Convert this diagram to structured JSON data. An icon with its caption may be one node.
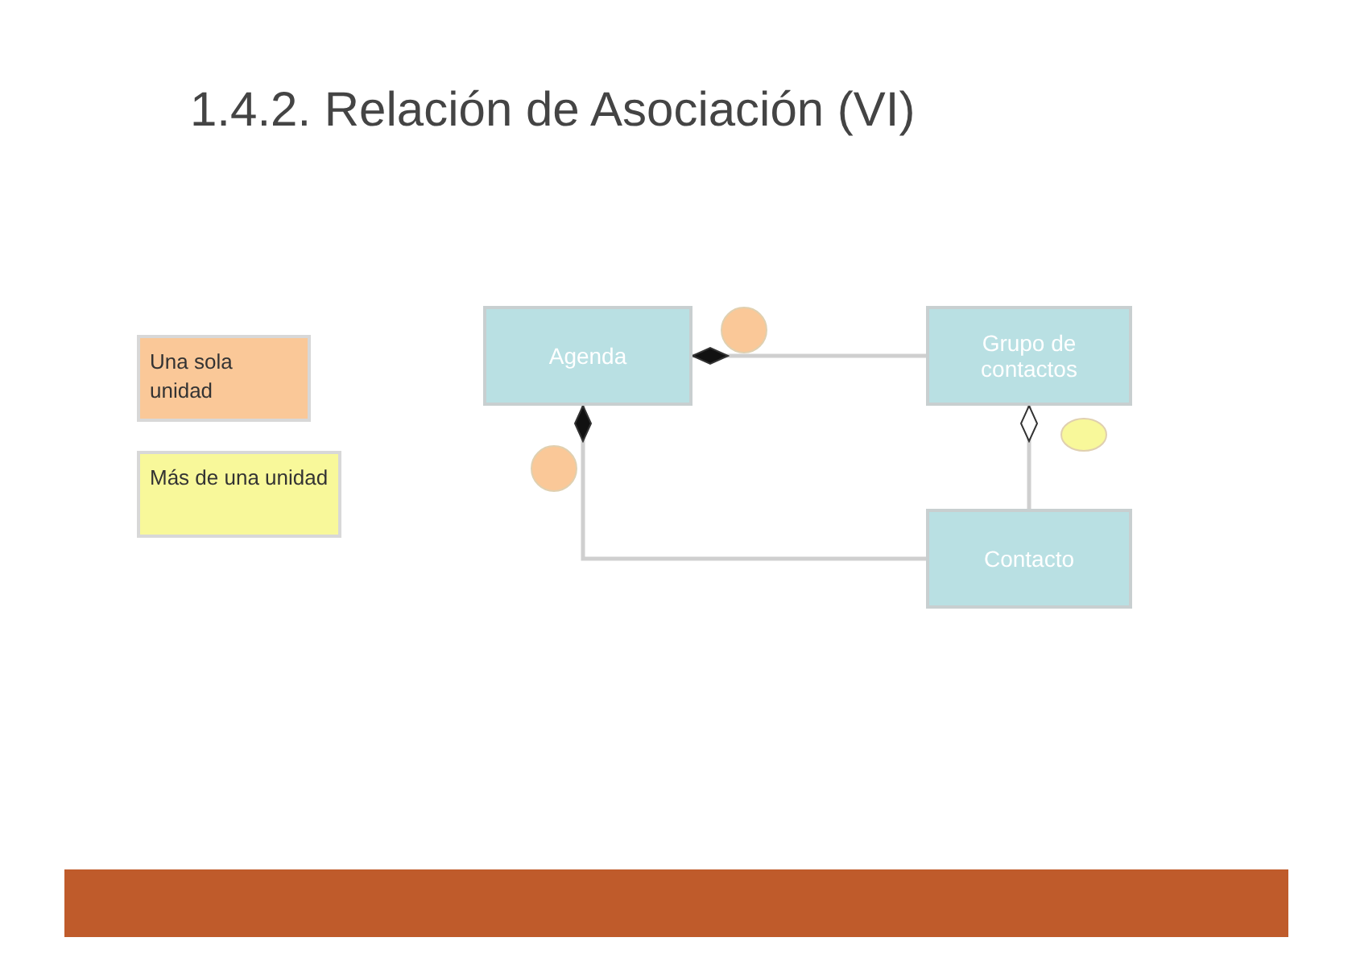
{
  "diagram": {
    "title": "1.4.2. Relación de Asociación (VI)",
    "nodes": [
      {
        "text": [
          "Agenda"
        ]
      },
      {
        "text": [
          "Grupo de contactos"
        ]
      },
      {
        "text": [
          "Contacto"
        ]
      }
    ],
    "edges": [
      {
        "from": 0,
        "to": 1,
        "arrow": "other"
      },
      {
        "from": 0,
        "to": 2,
        "arrow": "other"
      },
      {
        "from": 1,
        "to": 2,
        "arrow": "other"
      }
    ],
    "legend": [
      {
        "text": "Una sola unidad",
        "color": "#fac898"
      },
      {
        "text": "Más de una unidad",
        "color": "#f8f89a"
      }
    ]
  }
}
